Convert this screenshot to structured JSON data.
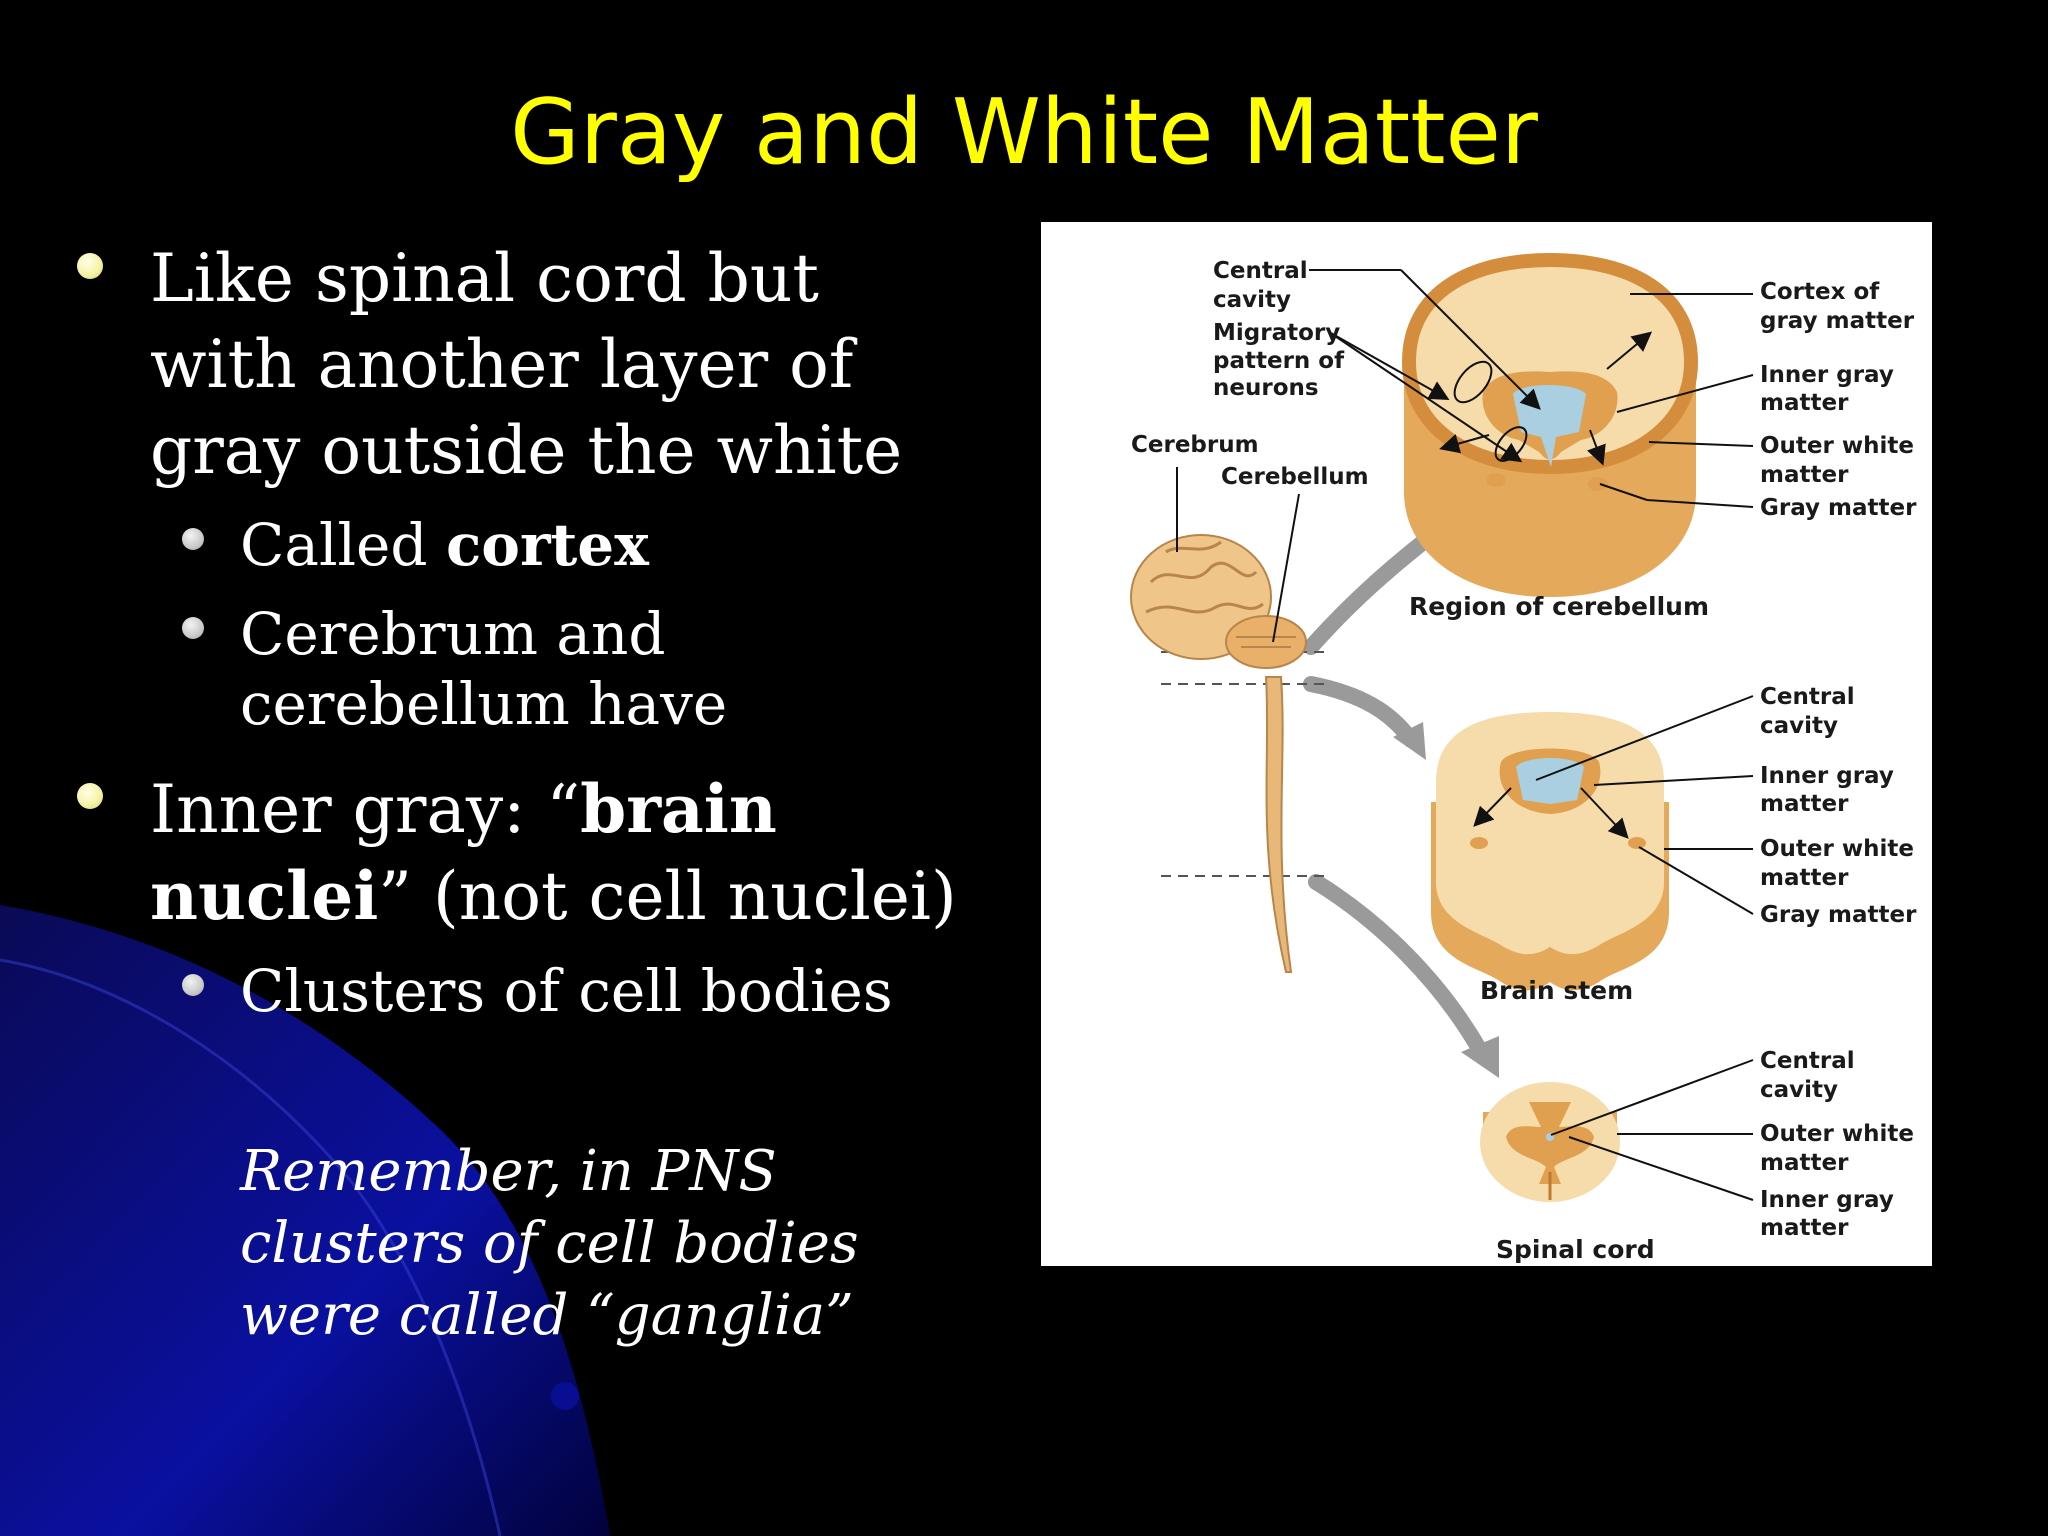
{
  "slide": {
    "title": "Gray and White Matter",
    "bullets": [
      {
        "lines": [
          "Like spinal cord but",
          "with another layer of",
          "gray outside the white"
        ],
        "sub": [
          {
            "pre": "Called ",
            "bold": "cortex"
          },
          {
            "lines": [
              "Cerebrum and",
              "cerebellum have"
            ]
          }
        ]
      },
      {
        "l1_pre": "Inner gray: “",
        "l1_bold": "brain",
        "l2_bold": "nuclei",
        "l2_post": "” (not cell nuclei)",
        "sub": [
          {
            "text": "Clusters of cell bodies"
          }
        ]
      }
    ],
    "note_lines": [
      "Remember, in PNS",
      "clusters of cell bodies",
      "were called “ganglia”"
    ]
  },
  "figure": {
    "labels": {
      "central_cavity_1": "Central",
      "central_cavity_2": "cavity",
      "migratory_1": "Migratory",
      "migratory_2": "pattern of",
      "migratory_3": "neurons",
      "cerebrum": "Cerebrum",
      "cerebellum": "Cerebellum",
      "cortex_1": "Cortex of",
      "cortex_2": "gray matter",
      "inner_gray_1": "Inner gray",
      "inner_gray_2": "matter",
      "outer_white_1": "Outer white",
      "outer_white_2": "matter",
      "gray_matter": "Gray matter"
    },
    "captions": {
      "cerebellum_region": "Region of cerebellum",
      "brain_stem": "Brain stem",
      "spinal_cord": "Spinal cord"
    },
    "colors": {
      "gray_matter": "#e0a050",
      "white_matter": "#f6dcaa",
      "cavity": "#a9cfe0"
    }
  }
}
